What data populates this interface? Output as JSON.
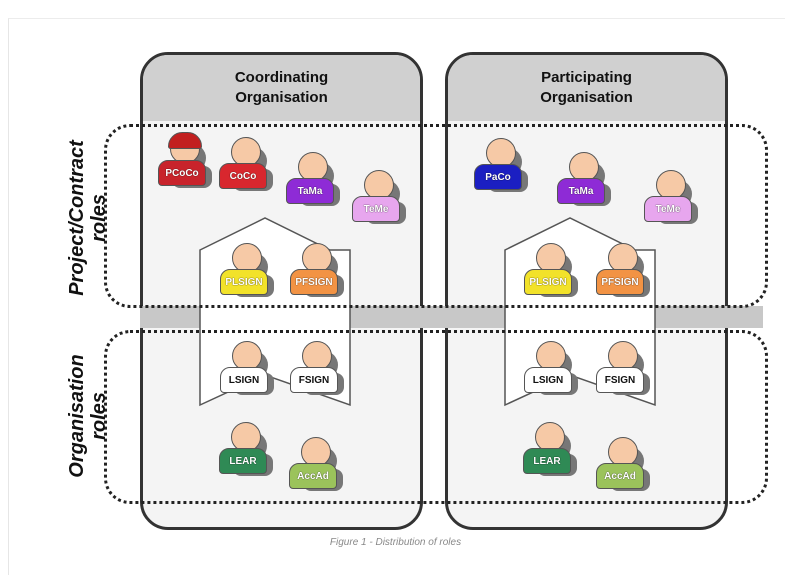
{
  "columns": {
    "coordinating": {
      "line1": "Coordinating",
      "line2": "Organisation"
    },
    "participating": {
      "line1": "Participating",
      "line2": "Organisation"
    }
  },
  "bands": {
    "project": {
      "line1": "Project/Contract",
      "line2": "roles"
    },
    "organisation": {
      "line1": "Organisation",
      "line2": "roles"
    }
  },
  "roles": {
    "pcoco": "PCoCo",
    "coco": "CoCo",
    "tama_c": "TaMa",
    "teme_c": "TeMe",
    "plsign_c": "PLSIGN",
    "pfsign_c": "PFSIGN",
    "lsign_c": "LSIGN",
    "fsign_c": "FSIGN",
    "lear_c": "LEAR",
    "accad_c": "AccAd",
    "paco": "PaCo",
    "tama_p": "TaMa",
    "teme_p": "TeMe",
    "plsign_p": "PLSIGN",
    "pfsign_p": "PFSIGN",
    "lsign_p": "LSIGN",
    "fsign_p": "FSIGN",
    "lear_p": "LEAR",
    "accad_p": "AccAd"
  },
  "colors": {
    "pcoco": "#c8232b",
    "coco": "#d8272e",
    "tama": "#8e2bd6",
    "teme": "#e7a6ee",
    "plsign": "#f2e22a",
    "pfsign": "#f29344",
    "sign": "#ffffff",
    "lear": "#2f8a55",
    "accad": "#9bc35b",
    "paco": "#1b1fc2"
  },
  "caption": "Figure 1 - Distribution of roles"
}
